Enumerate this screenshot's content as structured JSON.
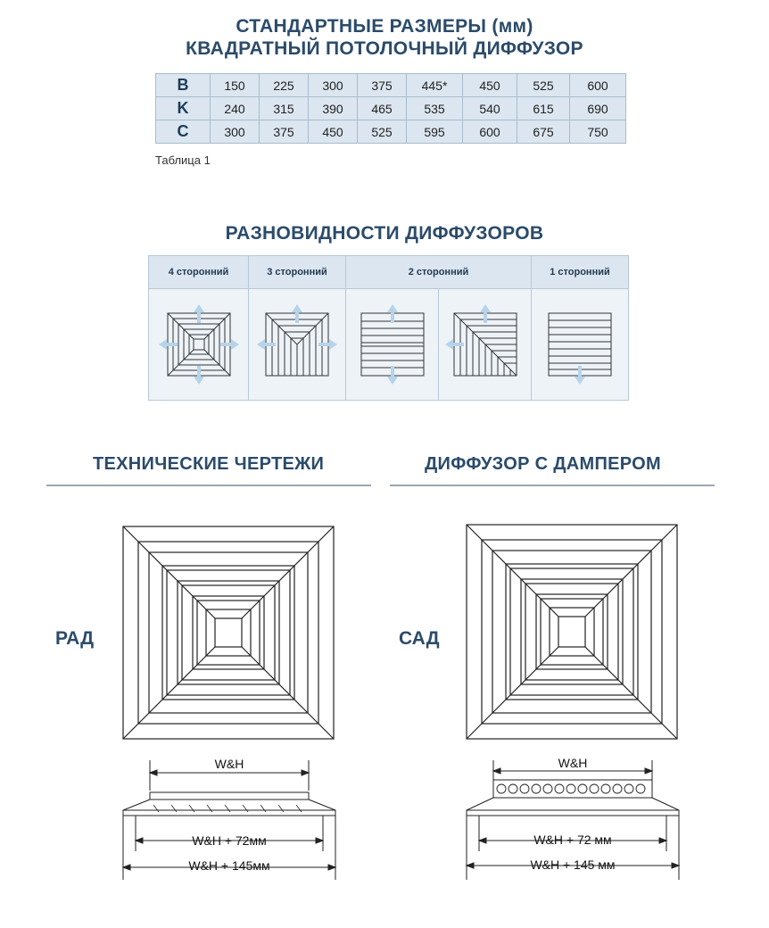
{
  "header": {
    "line1": "СТАНДАРТНЫЕ РАЗМЕРЫ (мм)",
    "line2": "КВАДРАТНЫЙ ПОТОЛОЧНЫЙ ДИФФУЗОР"
  },
  "sizes_table": {
    "rows": [
      {
        "label": "B",
        "values": [
          "150",
          "225",
          "300",
          "375",
          "445*",
          "450",
          "525",
          "600"
        ]
      },
      {
        "label": "K",
        "values": [
          "240",
          "315",
          "390",
          "465",
          "535",
          "540",
          "615",
          "690"
        ]
      },
      {
        "label": "C",
        "values": [
          "300",
          "375",
          "450",
          "525",
          "595",
          "600",
          "675",
          "750"
        ]
      }
    ],
    "caption": "Таблица 1"
  },
  "types_section": {
    "title": "РАЗНОВИДНОСТИ ДИФФУЗОРОВ",
    "headers": [
      "4 сторонний",
      "3 сторонний",
      "2 сторонний",
      "1 сторонний"
    ]
  },
  "drawings": {
    "title": "ТЕХНИЧЕСКИЕ ЧЕРТЕЖИ",
    "model": "РАД",
    "dim_top": "W&H",
    "dim_mid": "W&H + 72мм",
    "dim_bottom": "W&H + 145мм"
  },
  "damper": {
    "title": "ДИФФУЗОР С ДАМПЕРОМ",
    "model": "САД",
    "dim_top": "W&H",
    "dim_mid": "W&H + 72 мм",
    "dim_bottom": "W&H + 145 мм"
  },
  "colors": {
    "heading": "#2b4b6a",
    "table_fill": "#dbe6f0",
    "arrow": "#b7d3ea"
  }
}
